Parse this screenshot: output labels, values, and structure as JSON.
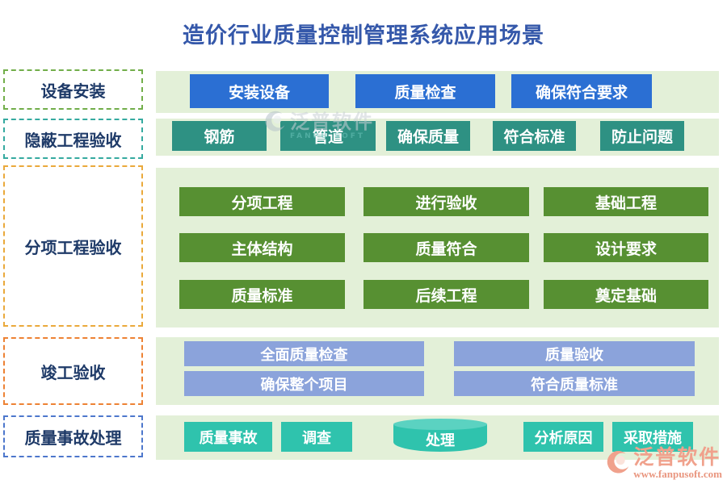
{
  "title": "造价行业质量控制管理系统应用场景",
  "colors": {
    "title": "#3558aa",
    "label_text": "#1e3a68",
    "band_background": "#e3f0d8",
    "row1_accent": "#2b6fd3",
    "row2_accent": "#2e9183",
    "row3_accent": "#579032",
    "row4_accent": "#8ba3db",
    "row5_accent": "#2fc3ad",
    "row1_border": "#72ae4a",
    "row2_border": "#35aaa0",
    "row3_border": "#eaa93b",
    "row4_border": "#ed8234",
    "row5_border": "#4d77cc",
    "logo_color": "#f0a18c"
  },
  "rows": [
    {
      "label": "设备安装",
      "buttons": [
        {
          "label": "安装设备"
        },
        {
          "label": "质量检查"
        },
        {
          "label": "确保符合要求"
        }
      ]
    },
    {
      "label": "隐蔽工程验收",
      "buttons": [
        {
          "label": "钢筋"
        },
        {
          "label": "管道"
        },
        {
          "label": "确保质量"
        },
        {
          "label": "符合标准"
        },
        {
          "label": "防止问题"
        }
      ]
    },
    {
      "label": "分项工程验收",
      "buttons": [
        {
          "label": "分项工程"
        },
        {
          "label": "进行验收"
        },
        {
          "label": "基础工程"
        },
        {
          "label": "主体结构"
        },
        {
          "label": "质量符合"
        },
        {
          "label": "设计要求"
        },
        {
          "label": "质量标准"
        },
        {
          "label": "后续工程"
        },
        {
          "label": "奠定基础"
        }
      ]
    },
    {
      "label": "竣工验收",
      "buttons": [
        {
          "label": "全面质量检查"
        },
        {
          "label": "质量验收"
        },
        {
          "label": "确保整个项目"
        },
        {
          "label": "符合质量标准"
        }
      ]
    },
    {
      "label": "质量事故处理",
      "buttons": [
        {
          "label": "质量事故"
        },
        {
          "label": "调查"
        },
        {
          "label": "处理",
          "shape": "cylinder"
        },
        {
          "label": "分析原因"
        },
        {
          "label": "采取措施"
        }
      ]
    }
  ],
  "watermark": {
    "brand": "泛普软件",
    "brand_sub": "FANPU SOFT"
  },
  "logo": {
    "brand": "泛普软件",
    "url": "www.fanpusoft.com"
  }
}
